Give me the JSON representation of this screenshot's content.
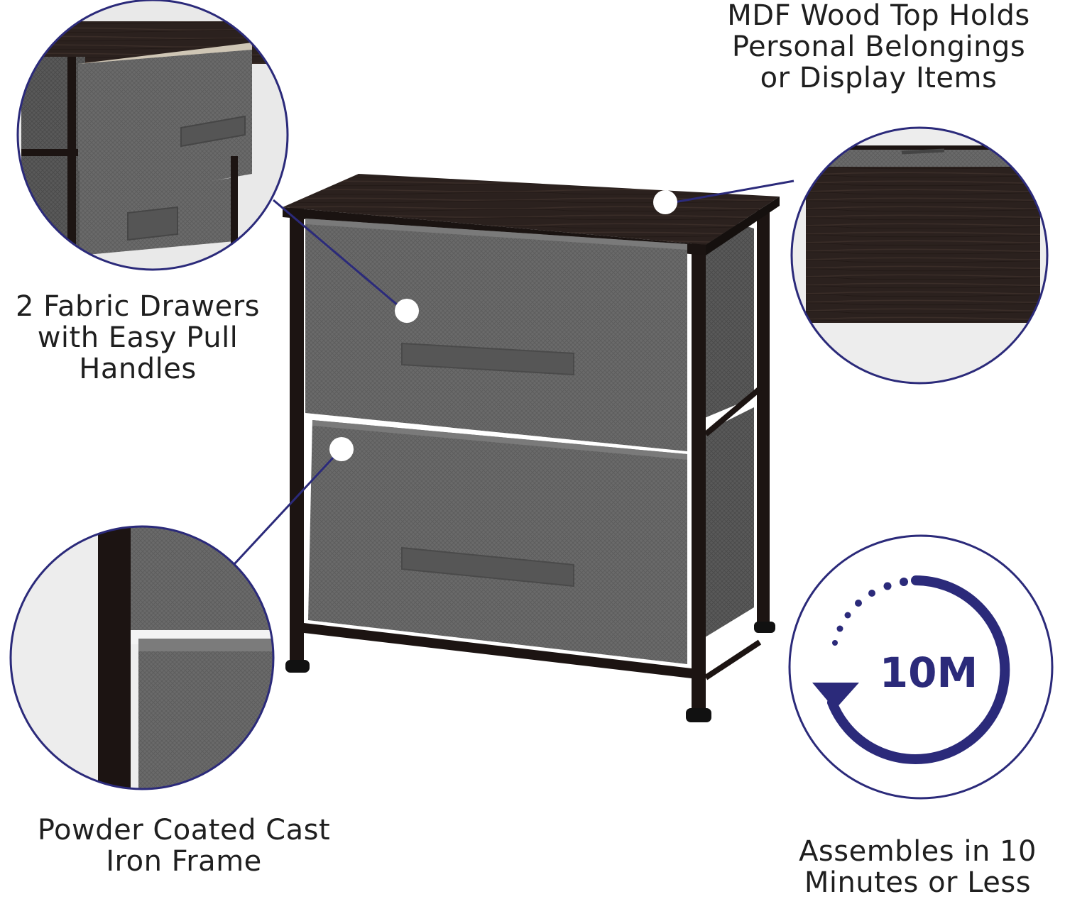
{
  "callouts": {
    "drawers": "2 Fabric Drawers\nwith Easy Pull\nHandles",
    "top": "MDF Wood Top Holds\nPersonal Belongings\nor Display Items",
    "frame": "Powder Coated Cast\nIron Frame",
    "assembly": "Assembles in 10\nMinutes or Less"
  },
  "badge": {
    "time_text": "10M"
  },
  "colors": {
    "accent": "#2b2a7a",
    "fabric": "#6b6b6b",
    "fabric_dark": "#4e4e4e",
    "frame": "#1c1412",
    "wood_top": "#2a1f1c"
  },
  "icons": [
    "clock-arrow-icon"
  ]
}
